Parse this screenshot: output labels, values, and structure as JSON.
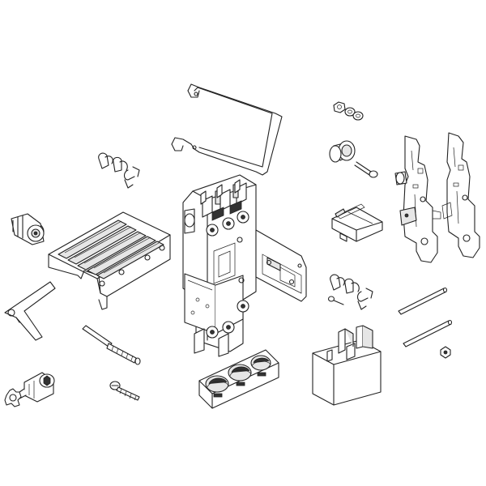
{
  "diagram": {
    "background": "#ffffff",
    "line_color": "#222222",
    "parts": [
      "terminal-cover",
      "u-bracket",
      "nut-washer-set",
      "bushing",
      "bolt",
      "side-plate-left",
      "side-plate-right",
      "cable-clips-top",
      "rotary-knob",
      "breaker-base-assembly",
      "mounting-plate",
      "terminal-cover-small",
      "cable-clips-bottom",
      "small-screw",
      "rods",
      "small-nut",
      "locking-lever",
      "threaded-stud",
      "wood-screw",
      "hex-socket-screw",
      "star-washer",
      "terminal-shield-block",
      "interphase-barrier"
    ]
  }
}
